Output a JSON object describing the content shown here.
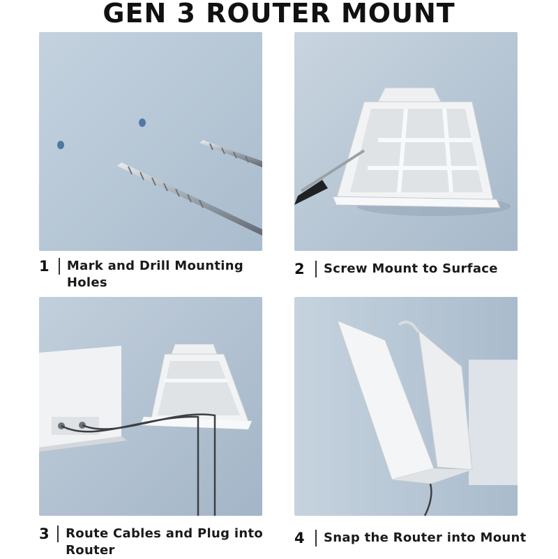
{
  "title": "GEN 3 ROUTER MOUNT",
  "steps": [
    {
      "number": "1",
      "text": "Mark and Drill Mounting Holes"
    },
    {
      "number": "2",
      "text": "Screw Mount to Surface"
    },
    {
      "number": "3",
      "text": "Route Cables and Plug into Router"
    },
    {
      "number": "4",
      "text": "Snap the Router into Mount"
    }
  ],
  "colors": {
    "wall": "#b7c7d6",
    "mount": "#f2f3f4",
    "title": "#111111"
  }
}
